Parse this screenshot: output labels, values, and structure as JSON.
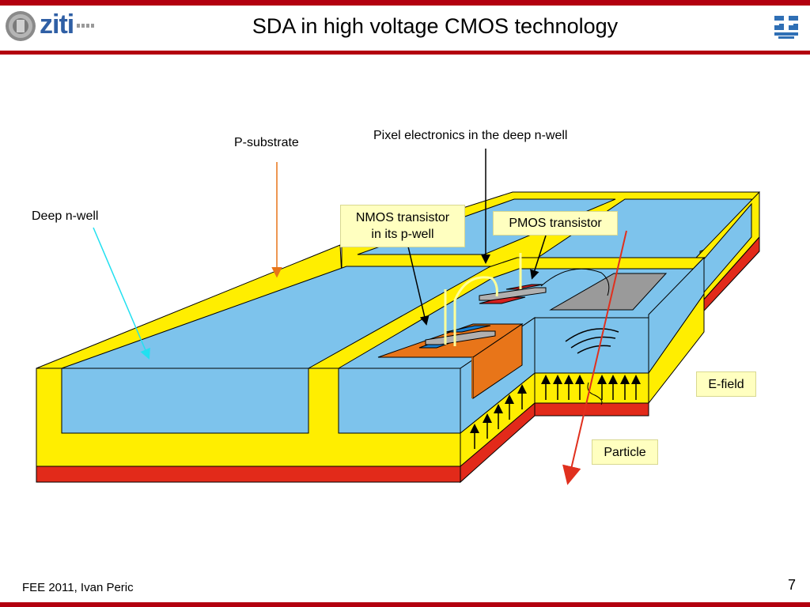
{
  "header": {
    "title": "SDA in high voltage CMOS technology",
    "logo_text": "ziti"
  },
  "labels": {
    "p_substrate": "P-substrate",
    "pixel_electronics": "Pixel electronics in the deep n-well",
    "deep_n_well": "Deep n-well",
    "nmos_line1": "NMOS transistor",
    "nmos_line2": "in its p-well",
    "pmos": "PMOS transistor",
    "e_field": "E-field",
    "particle": "Particle"
  },
  "footer": {
    "credit": "FEE 2011, Ivan Peric",
    "page_number": "7"
  },
  "colors": {
    "accent_bar": "#b3000f",
    "deep_n_well": "#7dc3ec",
    "p_substrate": "#ffee00",
    "substrate_bottom": "#e22a1a",
    "nmos_well": "#e87519",
    "label_box": "#ffffc0",
    "particle_track": "#e0301e"
  }
}
